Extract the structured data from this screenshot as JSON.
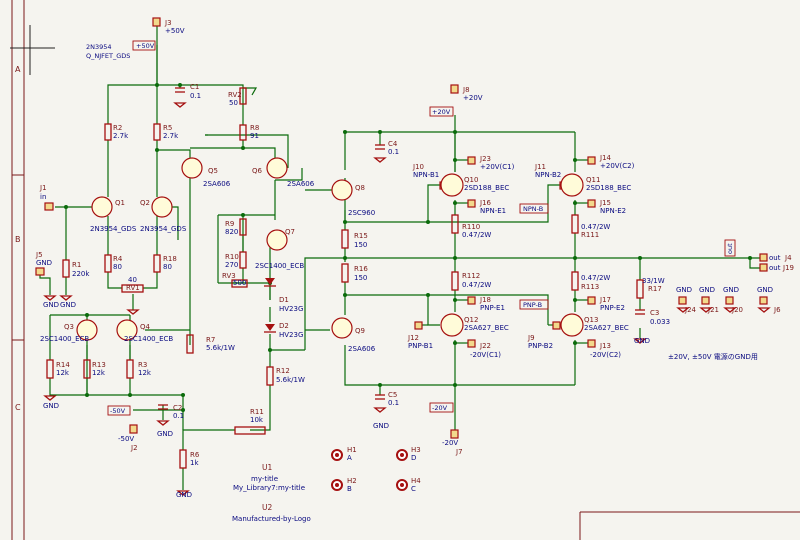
{
  "frame": {
    "rows": [
      "A",
      "B",
      "C"
    ]
  },
  "header_text": {
    "model": "2N3954",
    "footprint": "Q_NJFET_GDS"
  },
  "connectors": [
    {
      "ref": "J3",
      "value": "+50V"
    },
    {
      "ref": "J1",
      "value": "in"
    },
    {
      "ref": "J5",
      "value": "GND"
    },
    {
      "ref": "J2",
      "value": "-50V"
    },
    {
      "ref": "J8",
      "value": "+20V"
    },
    {
      "ref": "J7",
      "value": "-20V"
    },
    {
      "ref": "J23",
      "value": "+20V(C1)"
    },
    {
      "ref": "J14",
      "value": "+20V(C2)"
    },
    {
      "ref": "J10",
      "value": "NPN-B1"
    },
    {
      "ref": "J11",
      "value": "NPN-B2"
    },
    {
      "ref": "J16",
      "value": "NPN-E1"
    },
    {
      "ref": "J15",
      "value": "NPN-E2"
    },
    {
      "ref": "J18",
      "value": "PNP-E1"
    },
    {
      "ref": "J17",
      "value": "PNP-E2"
    },
    {
      "ref": "J12",
      "value": "PNP-B1"
    },
    {
      "ref": "J9",
      "value": "PNP-B2"
    },
    {
      "ref": "J22",
      "value": "-20V(C1)"
    },
    {
      "ref": "J13",
      "value": "-20V(C2)"
    },
    {
      "ref": "J4",
      "value": "out"
    },
    {
      "ref": "J19",
      "value": "out"
    },
    {
      "ref": "J24",
      "value": "GND"
    },
    {
      "ref": "J21",
      "value": "GND"
    },
    {
      "ref": "J20",
      "value": "GND"
    },
    {
      "ref": "J6",
      "value": "GND"
    }
  ],
  "resistors": [
    {
      "ref": "R2",
      "value": "2.7k"
    },
    {
      "ref": "R5",
      "value": "2.7k"
    },
    {
      "ref": "R8",
      "value": "91"
    },
    {
      "ref": "R1",
      "value": "220k"
    },
    {
      "ref": "R4",
      "value": "80"
    },
    {
      "ref": "R18",
      "value": "80"
    },
    {
      "ref": "R9",
      "value": "820"
    },
    {
      "ref": "R10",
      "value": "270"
    },
    {
      "ref": "R14",
      "value": "12k"
    },
    {
      "ref": "R13",
      "value": "12k"
    },
    {
      "ref": "R3",
      "value": "12k"
    },
    {
      "ref": "R7",
      "value": "5.6k/1W"
    },
    {
      "ref": "R12",
      "value": "5.6k/1W"
    },
    {
      "ref": "R11",
      "value": "10k"
    },
    {
      "ref": "R6",
      "value": "1k"
    },
    {
      "ref": "R15",
      "value": "150"
    },
    {
      "ref": "R16",
      "value": "150"
    },
    {
      "ref": "R110",
      "value": "0.47/2W"
    },
    {
      "ref": "R111",
      "value": "0.47/2W"
    },
    {
      "ref": "R112",
      "value": "0.47/2W"
    },
    {
      "ref": "R113",
      "value": "0.47/2W"
    },
    {
      "ref": "R17",
      "value": "33/1W"
    }
  ],
  "pots": [
    {
      "ref": "RV2",
      "value": "50"
    },
    {
      "ref": "RV1",
      "value": "40"
    },
    {
      "ref": "RV3",
      "value": "500"
    }
  ],
  "capacitors": [
    {
      "ref": "C1",
      "value": "0.1"
    },
    {
      "ref": "C2",
      "value": "0.1"
    },
    {
      "ref": "C4",
      "value": "0.1"
    },
    {
      "ref": "C5",
      "value": "0.1"
    },
    {
      "ref": "C3",
      "value": "0.033"
    }
  ],
  "transistors": [
    {
      "ref": "Q1",
      "value": "2N3954_GDS"
    },
    {
      "ref": "Q2",
      "value": "2N3954_GDS"
    },
    {
      "ref": "Q3",
      "value": "2SC1400_ECB"
    },
    {
      "ref": "Q4",
      "value": "2SC1400_ECB"
    },
    {
      "ref": "Q5",
      "value": "2SA606"
    },
    {
      "ref": "Q6",
      "value": "2SA606"
    },
    {
      "ref": "Q7",
      "value": "2SC1400_ECB"
    },
    {
      "ref": "Q8",
      "value": "2SC960"
    },
    {
      "ref": "Q9",
      "value": "2SA606"
    },
    {
      "ref": "Q10",
      "value": "2SD188_BEC"
    },
    {
      "ref": "Q11",
      "value": "2SD188_BEC"
    },
    {
      "ref": "Q12",
      "value": "2SA627_BEC"
    },
    {
      "ref": "Q13",
      "value": "2SA627_BEC"
    }
  ],
  "diodes": [
    {
      "ref": "D1",
      "value": "HV23G"
    },
    {
      "ref": "D2",
      "value": "HV23G"
    }
  ],
  "net_labels": {
    "pos50": "+50V",
    "neg50": "-50V",
    "pos20": "+20V",
    "neg20": "-20V",
    "npnb": "NPN-B",
    "pnpb": "PNP-B",
    "out": "out"
  },
  "gnd": "GND",
  "note": "±20V, ±50V 電源のGND用",
  "holes": [
    {
      "ref": "H1",
      "value": "A"
    },
    {
      "ref": "H2",
      "value": "B"
    },
    {
      "ref": "H3",
      "value": "D"
    },
    {
      "ref": "H4",
      "value": "C"
    }
  ],
  "logos": [
    {
      "ref": "U1",
      "value": "my-title",
      "lib": "My_Library7:my-title"
    },
    {
      "ref": "U2",
      "value": "Manufactured-by-Logo"
    }
  ],
  "colors": {
    "wire": "#0b6b0b",
    "component": "#a51010",
    "text": "#7a1818",
    "value": "#0a0a80"
  }
}
